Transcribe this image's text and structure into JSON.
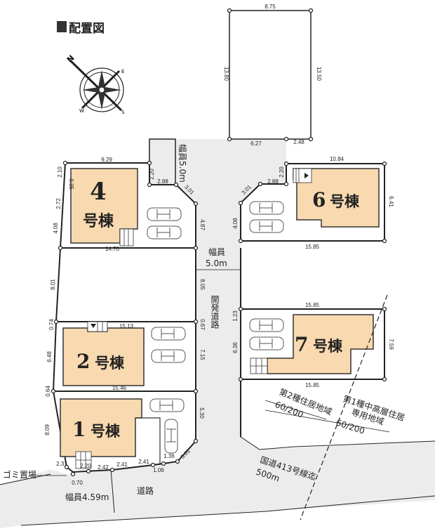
{
  "title": "配置図",
  "compass": {
    "n": "N",
    "e": "E",
    "s": "S",
    "w": "W"
  },
  "buildings": [
    {
      "num": "4",
      "suffix": "号棟"
    },
    {
      "num": "6",
      "suffix": "号棟"
    },
    {
      "num": "2",
      "suffix": "号棟"
    },
    {
      "num": "7",
      "suffix": "号棟"
    },
    {
      "num": "1",
      "suffix": "号棟"
    }
  ],
  "roads": {
    "stub_width": "幅員5.0m",
    "dev_width_label": "幅員",
    "dev_width_value": "5.0m",
    "dev_road": "開発道路",
    "front_road": "道路",
    "front_width": "幅員4.59m",
    "route": "国道413号線迄",
    "route_distance": "500m"
  },
  "garbage": "ゴミ置場",
  "zoning": {
    "left_name": "第2種住居地域",
    "left_ratio": "60/200",
    "right_name_1": "第1種中高層住居",
    "right_name_2": "専用地域",
    "right_ratio": "60/200"
  },
  "dims": [
    "8.75",
    "13.80",
    "13.50",
    "6.27",
    "2.48",
    "9.29",
    "2.10",
    "0.35",
    "2.72",
    "4.08",
    "2.20",
    "2.88",
    "3.01",
    "4.87",
    "14.70",
    "10.84",
    "2.20",
    "2.88",
    "3.01",
    "4.08",
    "6.41",
    "15.85",
    "8.01",
    "8.05",
    "0.74",
    "0.67",
    "15.13",
    "6.48",
    "7.15",
    "0.64",
    "15.46",
    "15.85",
    "1.23",
    "6.36",
    "7.59",
    "15.85",
    "5.30",
    "8.09",
    "2.31",
    "2.42",
    "2.41",
    "2.41",
    "1.06",
    "1.36",
    "3.01",
    "0.70",
    "2.20"
  ]
}
